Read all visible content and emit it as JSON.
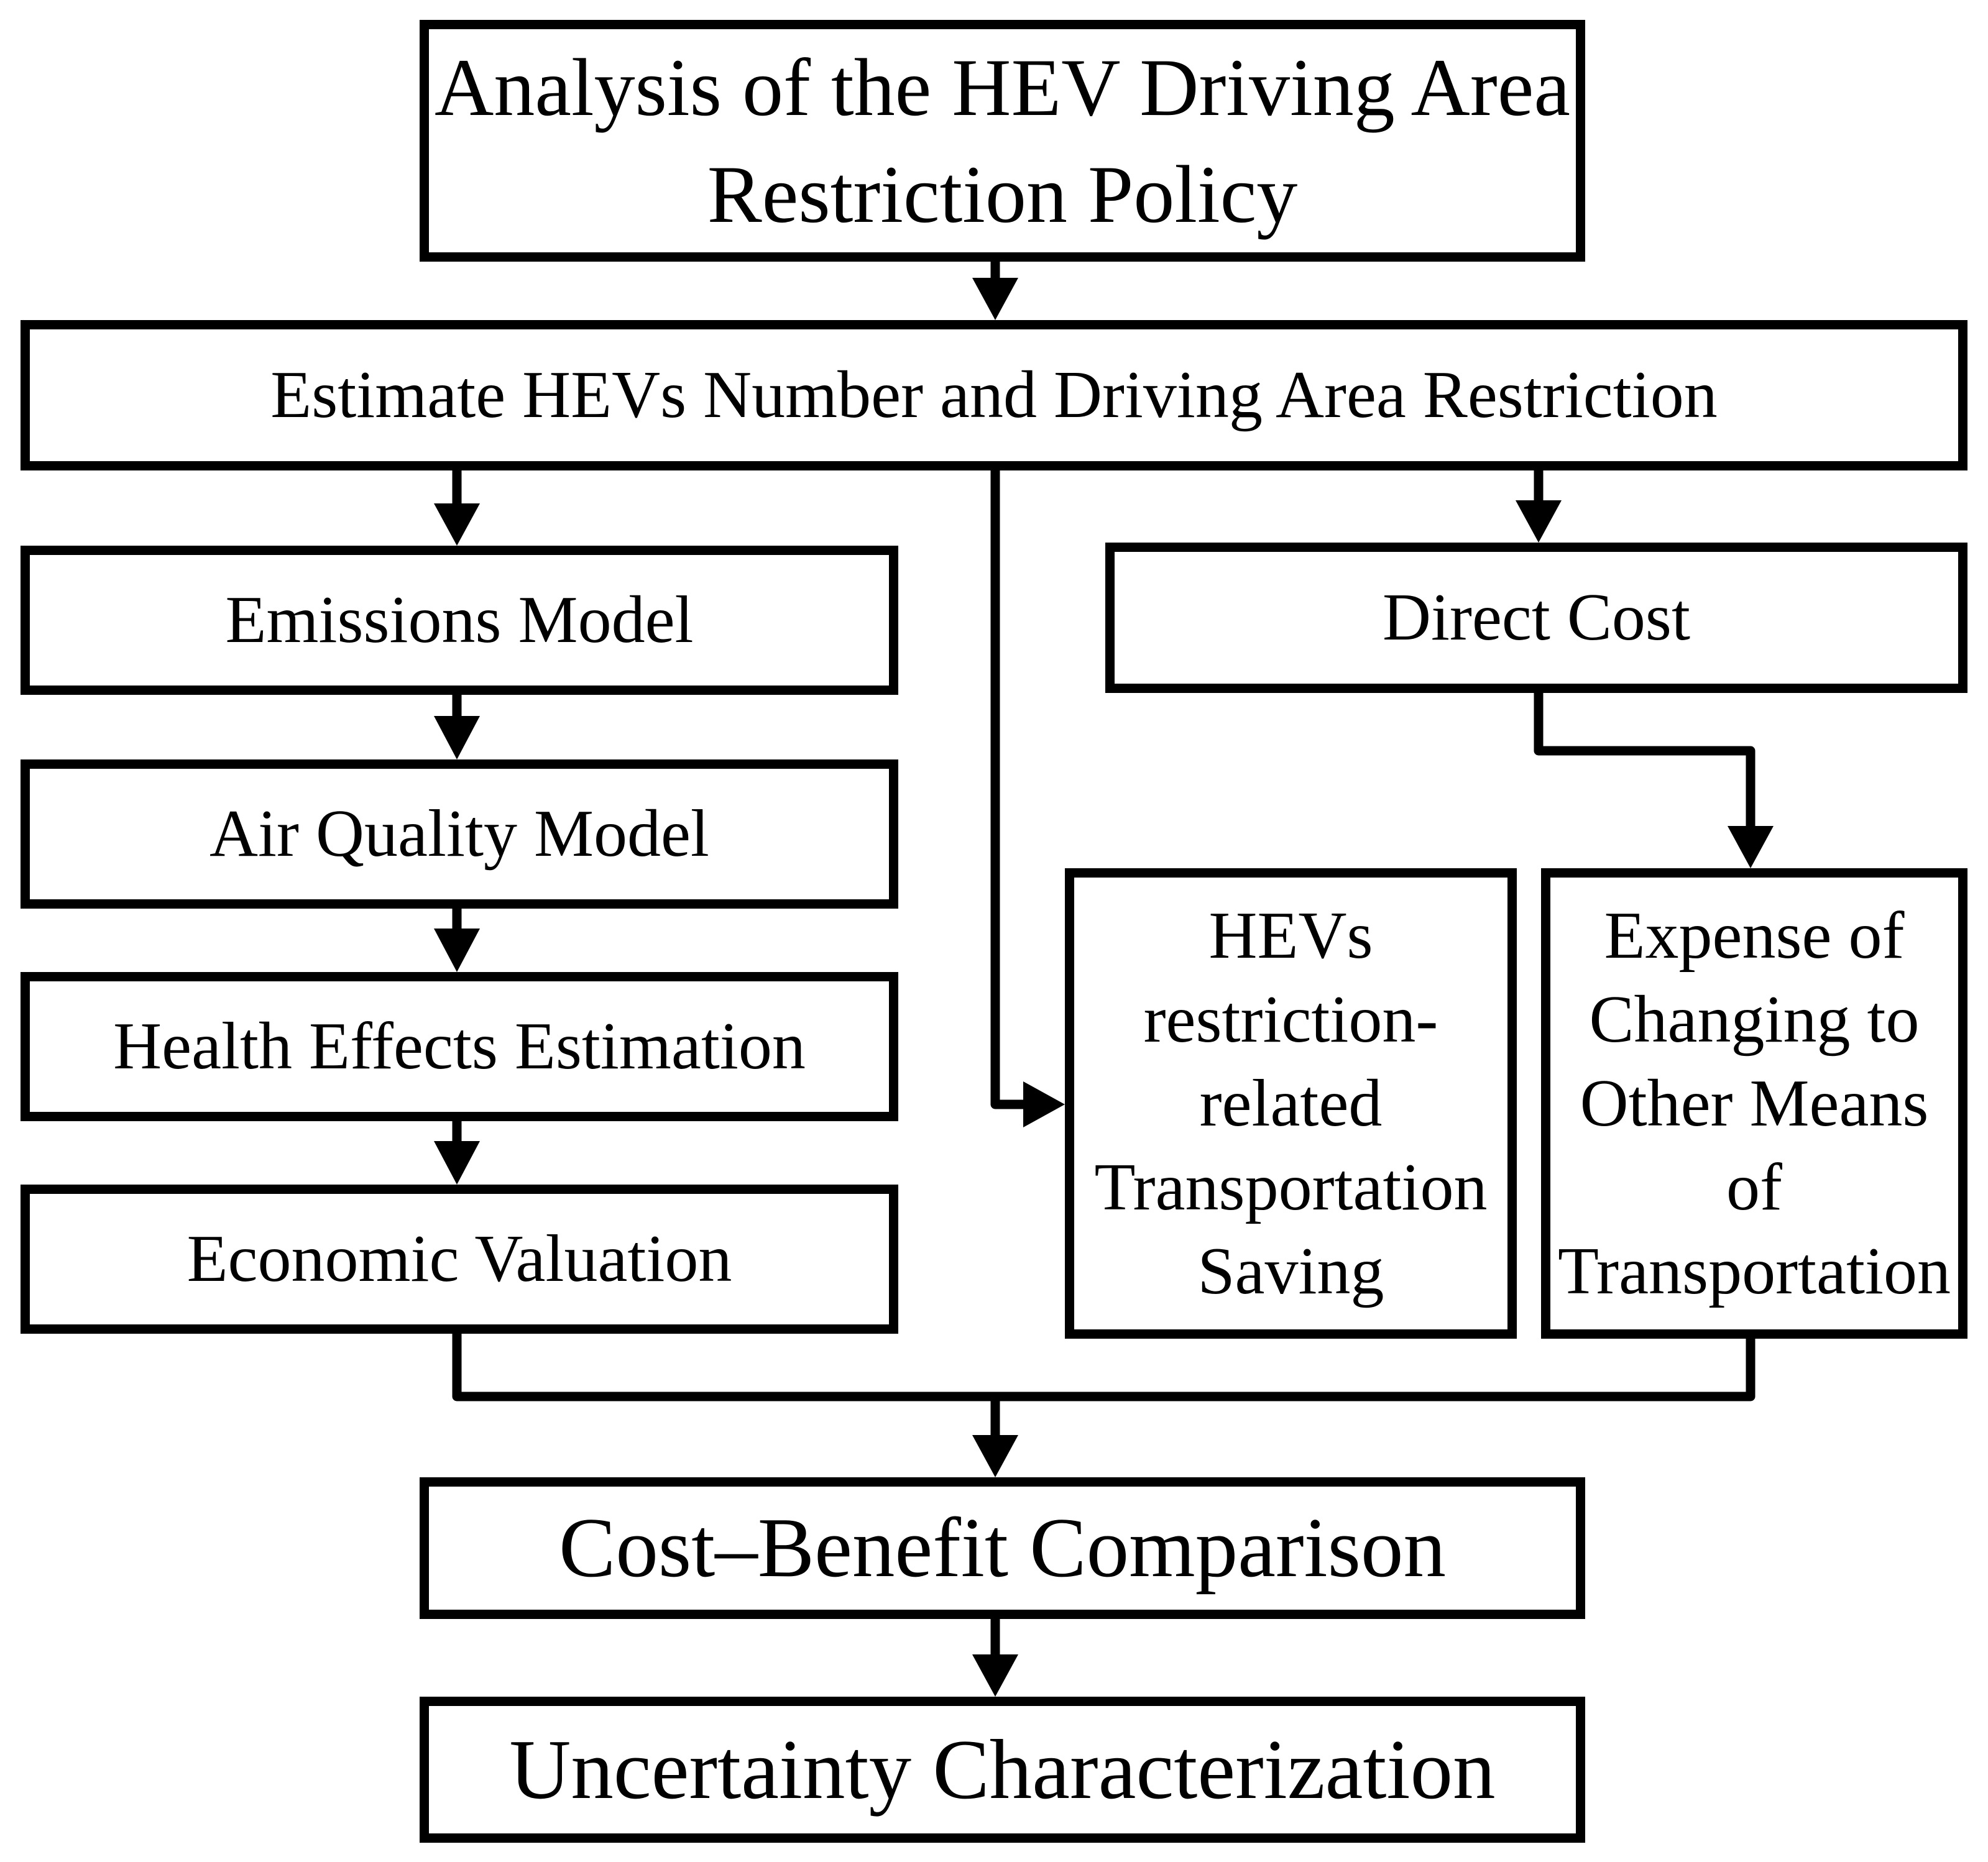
{
  "diagram": {
    "title": "Analysis of the HEV Driving Area Restriction Policy",
    "colors": {
      "line": "#000000",
      "box_fill": "#ffffff",
      "background": "#ffffff",
      "text": "#000000"
    },
    "nodes": {
      "policy": {
        "label": "Analysis of the HEV Driving Area\nRestriction Policy"
      },
      "estimate": {
        "label": "Estimate HEVs Number and Driving Area Restriction"
      },
      "emissions": {
        "label": "Emissions Model"
      },
      "air_quality": {
        "label": "Air Quality Model"
      },
      "health": {
        "label": "Health Effects Estimation"
      },
      "economic": {
        "label": "Economic Valuation"
      },
      "direct_cost": {
        "label": "Direct Cost"
      },
      "hevs_saving": {
        "label": "HEVs\nrestriction-\nrelated\nTransportation\nSaving"
      },
      "expense": {
        "label": "Expense of\nChanging to\nOther Means\nof\nTransportation"
      },
      "cost_benefit": {
        "label": "Cost–Benefit Comparison"
      },
      "uncertainty": {
        "label": "Uncertainty Characterization"
      }
    },
    "edges": [
      {
        "from": "policy",
        "to": "estimate"
      },
      {
        "from": "estimate",
        "to": "emissions"
      },
      {
        "from": "estimate",
        "to": "direct_cost"
      },
      {
        "from": "estimate",
        "to": "hevs_saving"
      },
      {
        "from": "emissions",
        "to": "air_quality"
      },
      {
        "from": "air_quality",
        "to": "health"
      },
      {
        "from": "health",
        "to": "economic"
      },
      {
        "from": "direct_cost",
        "to": "expense"
      },
      {
        "from": "economic",
        "to": "cost_benefit"
      },
      {
        "from": "expense",
        "to": "cost_benefit"
      },
      {
        "from": "cost_benefit",
        "to": "uncertainty"
      }
    ]
  }
}
